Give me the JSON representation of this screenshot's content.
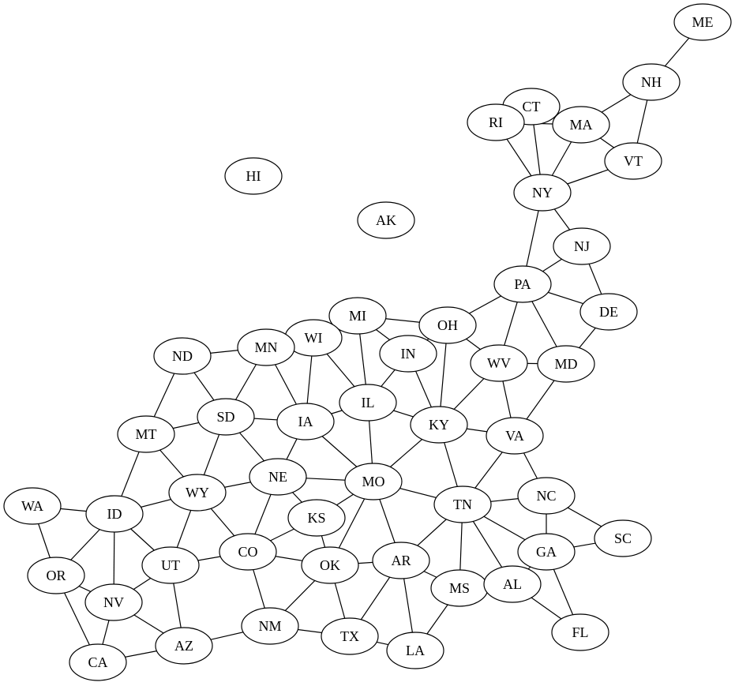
{
  "graph": {
    "nodes": [
      {
        "id": "ME",
        "label": "ME"
      },
      {
        "id": "NH",
        "label": "NH"
      },
      {
        "id": "CT",
        "label": "CT"
      },
      {
        "id": "RI",
        "label": "RI"
      },
      {
        "id": "MA",
        "label": "MA"
      },
      {
        "id": "VT",
        "label": "VT"
      },
      {
        "id": "NY",
        "label": "NY"
      },
      {
        "id": "HI",
        "label": "HI"
      },
      {
        "id": "AK",
        "label": "AK"
      },
      {
        "id": "NJ",
        "label": "NJ"
      },
      {
        "id": "PA",
        "label": "PA"
      },
      {
        "id": "DE",
        "label": "DE"
      },
      {
        "id": "MI",
        "label": "MI"
      },
      {
        "id": "OH",
        "label": "OH"
      },
      {
        "id": "WI",
        "label": "WI"
      },
      {
        "id": "IN",
        "label": "IN"
      },
      {
        "id": "ND",
        "label": "ND"
      },
      {
        "id": "MN",
        "label": "MN"
      },
      {
        "id": "WV",
        "label": "WV"
      },
      {
        "id": "MD",
        "label": "MD"
      },
      {
        "id": "IL",
        "label": "IL"
      },
      {
        "id": "MT",
        "label": "MT"
      },
      {
        "id": "SD",
        "label": "SD"
      },
      {
        "id": "IA",
        "label": "IA"
      },
      {
        "id": "KY",
        "label": "KY"
      },
      {
        "id": "VA",
        "label": "VA"
      },
      {
        "id": "NE",
        "label": "NE"
      },
      {
        "id": "MO",
        "label": "MO"
      },
      {
        "id": "WY",
        "label": "WY"
      },
      {
        "id": "WA",
        "label": "WA"
      },
      {
        "id": "ID",
        "label": "ID"
      },
      {
        "id": "NC",
        "label": "NC"
      },
      {
        "id": "TN",
        "label": "TN"
      },
      {
        "id": "KS",
        "label": "KS"
      },
      {
        "id": "SC",
        "label": "SC"
      },
      {
        "id": "CO",
        "label": "CO"
      },
      {
        "id": "UT",
        "label": "UT"
      },
      {
        "id": "GA",
        "label": "GA"
      },
      {
        "id": "OK",
        "label": "OK"
      },
      {
        "id": "AR",
        "label": "AR"
      },
      {
        "id": "OR",
        "label": "OR"
      },
      {
        "id": "MS",
        "label": "MS"
      },
      {
        "id": "AL",
        "label": "AL"
      },
      {
        "id": "NV",
        "label": "NV"
      },
      {
        "id": "NM",
        "label": "NM"
      },
      {
        "id": "FL",
        "label": "FL"
      },
      {
        "id": "TX",
        "label": "TX"
      },
      {
        "id": "AZ",
        "label": "AZ"
      },
      {
        "id": "LA",
        "label": "LA"
      },
      {
        "id": "CA",
        "label": "CA"
      }
    ],
    "edges": [
      [
        "ME",
        "NH"
      ],
      [
        "NH",
        "MA"
      ],
      [
        "NH",
        "VT"
      ],
      [
        "MA",
        "VT"
      ],
      [
        "MA",
        "NY"
      ],
      [
        "CT",
        "NY"
      ],
      [
        "RI",
        "NY"
      ],
      [
        "RI",
        "MA"
      ],
      [
        "VT",
        "NY"
      ],
      [
        "NY",
        "NJ"
      ],
      [
        "NY",
        "PA"
      ],
      [
        "NJ",
        "PA"
      ],
      [
        "NJ",
        "DE"
      ],
      [
        "PA",
        "DE"
      ],
      [
        "PA",
        "OH"
      ],
      [
        "PA",
        "WV"
      ],
      [
        "PA",
        "MD"
      ],
      [
        "DE",
        "MD"
      ],
      [
        "MD",
        "WV"
      ],
      [
        "MD",
        "VA"
      ],
      [
        "WV",
        "VA"
      ],
      [
        "WV",
        "OH"
      ],
      [
        "WV",
        "KY"
      ],
      [
        "OH",
        "MI"
      ],
      [
        "OH",
        "IN"
      ],
      [
        "OH",
        "KY"
      ],
      [
        "MI",
        "WI"
      ],
      [
        "MI",
        "IN"
      ],
      [
        "MI",
        "IL"
      ],
      [
        "WI",
        "MN"
      ],
      [
        "WI",
        "IA"
      ],
      [
        "WI",
        "IL"
      ],
      [
        "IN",
        "IL"
      ],
      [
        "IN",
        "KY"
      ],
      [
        "MN",
        "ND"
      ],
      [
        "MN",
        "SD"
      ],
      [
        "MN",
        "IA"
      ],
      [
        "ND",
        "SD"
      ],
      [
        "ND",
        "MT"
      ],
      [
        "SD",
        "MT"
      ],
      [
        "SD",
        "IA"
      ],
      [
        "SD",
        "NE"
      ],
      [
        "SD",
        "WY"
      ],
      [
        "IA",
        "IL"
      ],
      [
        "IA",
        "NE"
      ],
      [
        "IA",
        "MO"
      ],
      [
        "IL",
        "MO"
      ],
      [
        "IL",
        "KY"
      ],
      [
        "KY",
        "MO"
      ],
      [
        "KY",
        "TN"
      ],
      [
        "KY",
        "VA"
      ],
      [
        "VA",
        "TN"
      ],
      [
        "VA",
        "NC"
      ],
      [
        "MT",
        "WY"
      ],
      [
        "MT",
        "ID"
      ],
      [
        "WY",
        "ID"
      ],
      [
        "WY",
        "UT"
      ],
      [
        "WY",
        "CO"
      ],
      [
        "WY",
        "NE"
      ],
      [
        "NE",
        "MO"
      ],
      [
        "NE",
        "KS"
      ],
      [
        "NE",
        "CO"
      ],
      [
        "MO",
        "KS"
      ],
      [
        "MO",
        "OK"
      ],
      [
        "MO",
        "AR"
      ],
      [
        "MO",
        "TN"
      ],
      [
        "TN",
        "NC"
      ],
      [
        "TN",
        "GA"
      ],
      [
        "TN",
        "AL"
      ],
      [
        "TN",
        "MS"
      ],
      [
        "TN",
        "AR"
      ],
      [
        "NC",
        "GA"
      ],
      [
        "NC",
        "SC"
      ],
      [
        "GA",
        "SC"
      ],
      [
        "GA",
        "AL"
      ],
      [
        "GA",
        "FL"
      ],
      [
        "AL",
        "FL"
      ],
      [
        "AL",
        "MS"
      ],
      [
        "WA",
        "ID"
      ],
      [
        "WA",
        "OR"
      ],
      [
        "ID",
        "OR"
      ],
      [
        "ID",
        "NV"
      ],
      [
        "ID",
        "UT"
      ],
      [
        "OR",
        "NV"
      ],
      [
        "OR",
        "CA"
      ],
      [
        "NV",
        "UT"
      ],
      [
        "NV",
        "CA"
      ],
      [
        "NV",
        "AZ"
      ],
      [
        "UT",
        "CO"
      ],
      [
        "UT",
        "AZ"
      ],
      [
        "CO",
        "KS"
      ],
      [
        "CO",
        "OK"
      ],
      [
        "CO",
        "NM"
      ],
      [
        "KS",
        "OK"
      ],
      [
        "OK",
        "AR"
      ],
      [
        "OK",
        "TX"
      ],
      [
        "OK",
        "NM"
      ],
      [
        "AR",
        "MS"
      ],
      [
        "AR",
        "TX"
      ],
      [
        "AR",
        "LA"
      ],
      [
        "MS",
        "LA"
      ],
      [
        "NM",
        "TX"
      ],
      [
        "NM",
        "AZ"
      ],
      [
        "TX",
        "LA"
      ],
      [
        "AZ",
        "CA"
      ]
    ]
  }
}
